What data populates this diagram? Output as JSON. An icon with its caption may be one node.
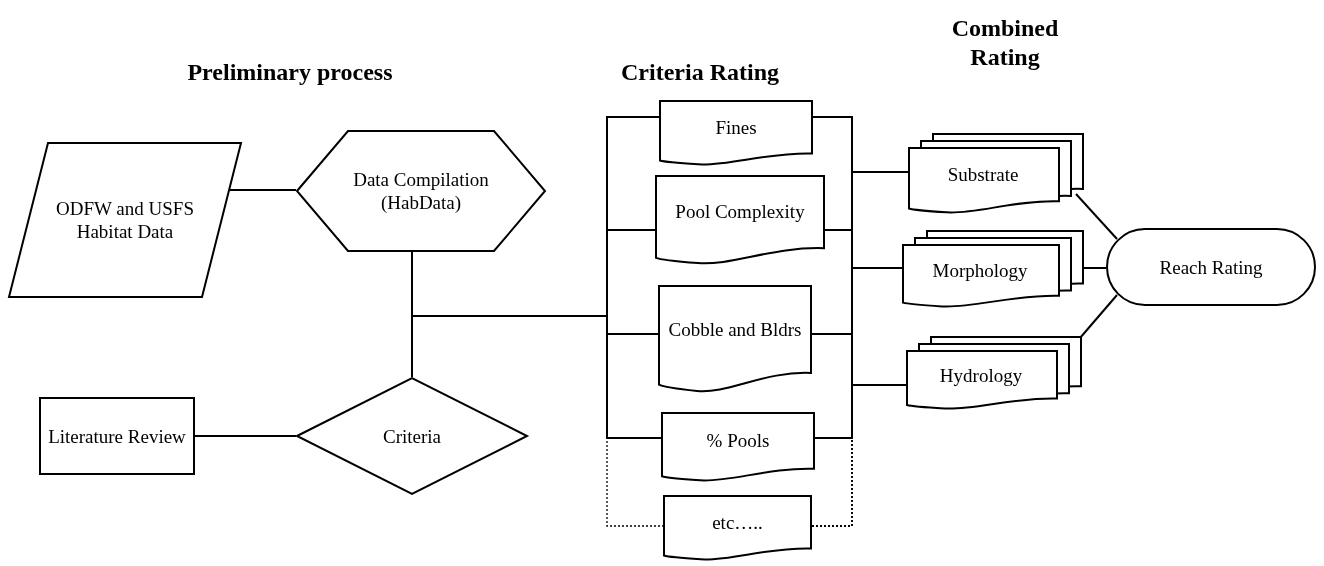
{
  "diagram": {
    "nodes": [
      {
        "text": [
          "ODFW and USFS Habitat Data"
        ]
      },
      {
        "text": [
          "Data Compilation (HabData)"
        ]
      },
      {
        "text": [
          "Literature Review"
        ]
      },
      {
        "text": [
          "Criteria"
        ]
      },
      {
        "text": [
          "Fines"
        ]
      },
      {
        "text": [
          "Pool Complexity"
        ]
      },
      {
        "text": [
          "Cobble and Bldrs"
        ]
      },
      {
        "text": [
          "% Pools"
        ]
      },
      {
        "text": [
          "etc….."
        ]
      },
      {
        "text": [
          "Substrate"
        ]
      },
      {
        "text": [
          "Morphology"
        ]
      },
      {
        "text": [
          "Hydrology"
        ]
      },
      {
        "text": [
          "Reach Rating"
        ]
      }
    ],
    "edges": [
      {
        "from": 0,
        "to": 1,
        "arrow": "none"
      },
      {
        "from": 2,
        "to": 3,
        "arrow": "none"
      },
      {
        "from": 1,
        "to": 3,
        "arrow": "none"
      },
      {
        "from": 1,
        "to": 4,
        "arrow": "none"
      },
      {
        "from": 1,
        "to": 5,
        "arrow": "none"
      },
      {
        "from": 1,
        "to": 6,
        "arrow": "none"
      },
      {
        "from": 1,
        "to": 7,
        "arrow": "none"
      },
      {
        "from": 1,
        "to": 8,
        "arrow": "none",
        "style": "dashed"
      },
      {
        "from": 4,
        "to": 9,
        "arrow": "none"
      },
      {
        "from": 4,
        "to": 10,
        "arrow": "none"
      },
      {
        "from": 4,
        "to": 11,
        "arrow": "none"
      },
      {
        "from": 5,
        "to": 9,
        "arrow": "none"
      },
      {
        "from": 5,
        "to": 10,
        "arrow": "none"
      },
      {
        "from": 5,
        "to": 11,
        "arrow": "none"
      },
      {
        "from": 6,
        "to": 9,
        "arrow": "none"
      },
      {
        "from": 6,
        "to": 10,
        "arrow": "none"
      },
      {
        "from": 6,
        "to": 11,
        "arrow": "none"
      },
      {
        "from": 7,
        "to": 9,
        "arrow": "none"
      },
      {
        "from": 7,
        "to": 10,
        "arrow": "none"
      },
      {
        "from": 7,
        "to": 11,
        "arrow": "none"
      },
      {
        "from": 8,
        "to": 9,
        "arrow": "none",
        "style": "dashed"
      },
      {
        "from": 8,
        "to": 10,
        "arrow": "none",
        "style": "dashed"
      },
      {
        "from": 8,
        "to": 11,
        "arrow": "none",
        "style": "dashed"
      },
      {
        "from": 9,
        "to": 12,
        "arrow": "none"
      },
      {
        "from": 10,
        "to": 12,
        "arrow": "none"
      },
      {
        "from": 11,
        "to": 12,
        "arrow": "none"
      }
    ],
    "labels": [
      "Preliminary process",
      "Criteria Rating",
      "Combined Rating"
    ]
  }
}
